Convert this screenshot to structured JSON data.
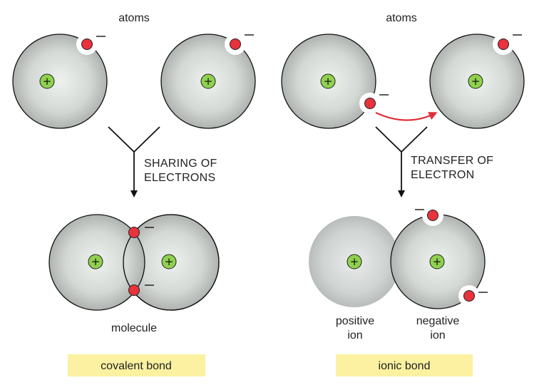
{
  "left": {
    "top_label": "atoms",
    "process_line1": "SHARING OF",
    "process_line2": "ELECTRONS",
    "result_label": "molecule",
    "bond_label": "covalent bond"
  },
  "right": {
    "top_label": "atoms",
    "process_line1": "TRANSFER OF",
    "process_line2": "ELECTRON",
    "ion1_line1": "positive",
    "ion1_line2": "ion",
    "ion2_line1": "negative",
    "ion2_line2": "ion",
    "bond_label": "ionic bond"
  },
  "symbols": {
    "nucleus_sign": "+"
  },
  "colors": {
    "atom_light": "#eef2ef",
    "atom_dark": "#aeb3b0",
    "nucleus": "#8fd14f",
    "electron": "#e8323c",
    "transfer_arrow": "#e0303a",
    "bond_box": "#fbf1a0"
  }
}
